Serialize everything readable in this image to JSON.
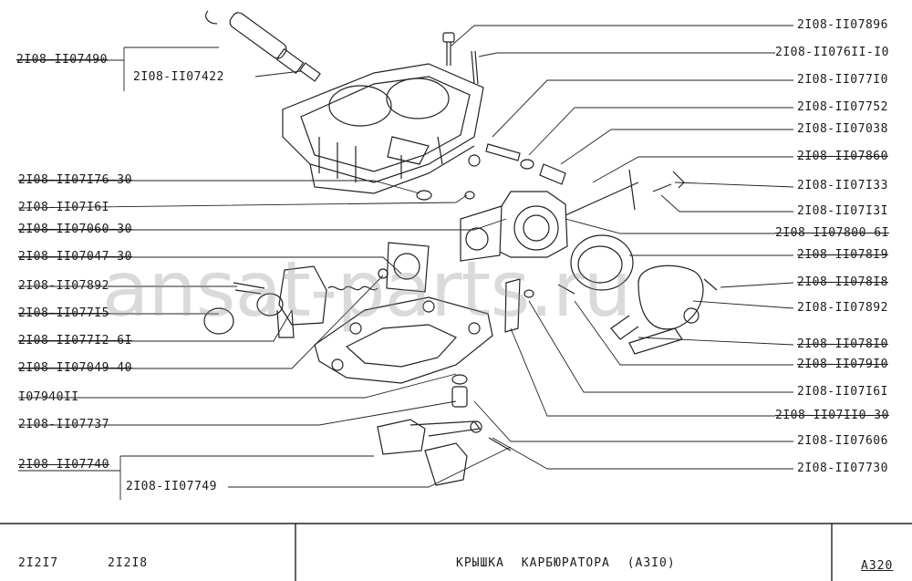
{
  "left_labels": [
    {
      "id": "l1",
      "text": "2I08-II07490",
      "strike": true
    },
    {
      "id": "l2",
      "text": "2I08-II07422",
      "strike": false
    },
    {
      "id": "l3",
      "text": "2I08-II07I76-30",
      "strike": true
    },
    {
      "id": "l4",
      "text": "2I08-II07I6I",
      "strike": false
    },
    {
      "id": "l5",
      "text": "2I08-II07060-30",
      "strike": true
    },
    {
      "id": "l6",
      "text": "2I08-II07047-30",
      "strike": true
    },
    {
      "id": "l7",
      "text": "2I08-II07892",
      "strike": false
    },
    {
      "id": "l8",
      "text": "2I08-II077I5",
      "strike": true
    },
    {
      "id": "l9",
      "text": "2I08-II077I2-6I",
      "strike": true
    },
    {
      "id": "l10",
      "text": "2I08-II07049-40",
      "strike": true
    },
    {
      "id": "l11",
      "text": "I07940II",
      "strike": false
    },
    {
      "id": "l12",
      "text": "2I08-II07737",
      "strike": false
    },
    {
      "id": "l13",
      "text": "2I08-II07740",
      "strike": true
    },
    {
      "id": "l14",
      "text": "2I08-II07749",
      "strike": false
    }
  ],
  "right_labels": [
    {
      "id": "r1",
      "text": "2I08-II07896",
      "strike": false
    },
    {
      "id": "r2",
      "text": "2I08-II076II-I0",
      "strike": false
    },
    {
      "id": "r3",
      "text": "2I08-II077I0",
      "strike": false
    },
    {
      "id": "r4",
      "text": "2I08-II07752",
      "strike": false
    },
    {
      "id": "r5",
      "text": "2I08-II07038",
      "strike": false
    },
    {
      "id": "r6",
      "text": "2I08-II07860",
      "strike": true
    },
    {
      "id": "r7",
      "text": "2I08-II07I33",
      "strike": false
    },
    {
      "id": "r8",
      "text": "2I08-II07I3I",
      "strike": false
    },
    {
      "id": "r9",
      "text": "2I08-II07800-6I",
      "strike": true
    },
    {
      "id": "r10",
      "text": "2I08-II078I9",
      "strike": true
    },
    {
      "id": "r11",
      "text": "2I08-II078I8",
      "strike": true
    },
    {
      "id": "r12",
      "text": "2I08-II07892",
      "strike": false
    },
    {
      "id": "r13",
      "text": "2I08-II078I0",
      "strike": true
    },
    {
      "id": "r14",
      "text": "2I08-II079I0",
      "strike": true
    },
    {
      "id": "r15",
      "text": "2I08-II07I6I",
      "strike": false
    },
    {
      "id": "r16",
      "text": "2I08-II07II0-30",
      "strike": true
    },
    {
      "id": "r17",
      "text": "2I08-II07606",
      "strike": false
    },
    {
      "id": "r18",
      "text": "2I08-II07730",
      "strike": false
    }
  ],
  "title_block": {
    "model_a": "2I2I7",
    "model_b": "2I2I8",
    "title": "КРЫШКА КАРБЮРАТОРА (А3I0)",
    "page": "A320"
  },
  "watermark": "ansat-parts.ru"
}
